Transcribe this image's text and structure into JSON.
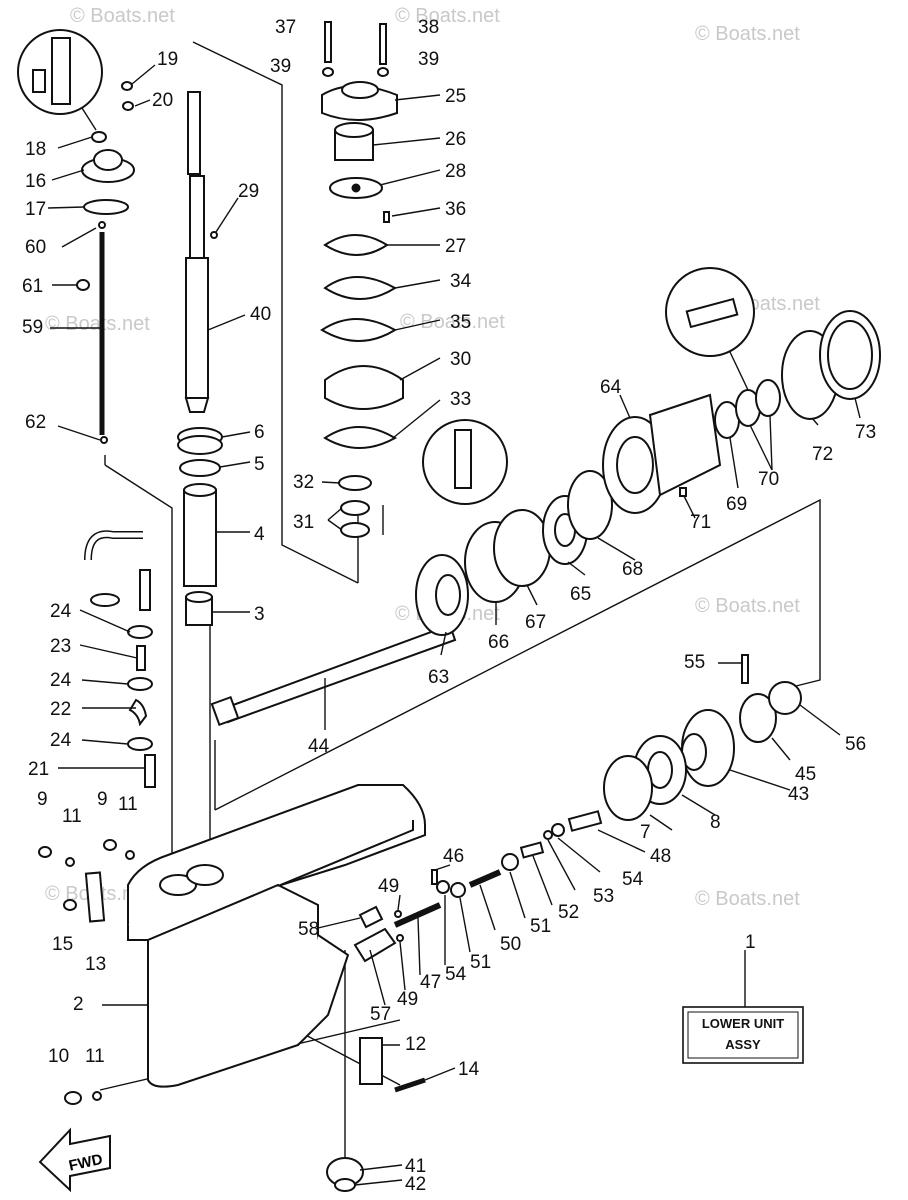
{
  "diagram": {
    "labels": [
      "1",
      "2",
      "3",
      "4",
      "5",
      "6",
      "7",
      "8",
      "9",
      "9",
      "10",
      "11",
      "11",
      "11",
      "12",
      "13",
      "14",
      "15",
      "16",
      "17",
      "18",
      "19",
      "20",
      "21",
      "22",
      "23",
      "24",
      "24",
      "24",
      "25",
      "26",
      "27",
      "28",
      "29",
      "30",
      "31",
      "32",
      "33",
      "34",
      "35",
      "36",
      "37",
      "38",
      "39",
      "39",
      "40",
      "41",
      "42",
      "43",
      "44",
      "45",
      "46",
      "47",
      "48",
      "49",
      "49",
      "50",
      "51",
      "51",
      "52",
      "53",
      "54",
      "54",
      "55",
      "56",
      "57",
      "58",
      "59",
      "60",
      "61",
      "62",
      "63",
      "64",
      "65",
      "66",
      "67",
      "68",
      "69",
      "70",
      "71",
      "72",
      "73"
    ],
    "box": {
      "line1": "LOWER UNIT",
      "line2": "ASSY"
    },
    "watermark": "© Boats.net",
    "fwd": "FWD"
  },
  "colors": {
    "ink": "#111111",
    "paper": "#ffffff",
    "watermark": "#c9c9c9"
  }
}
